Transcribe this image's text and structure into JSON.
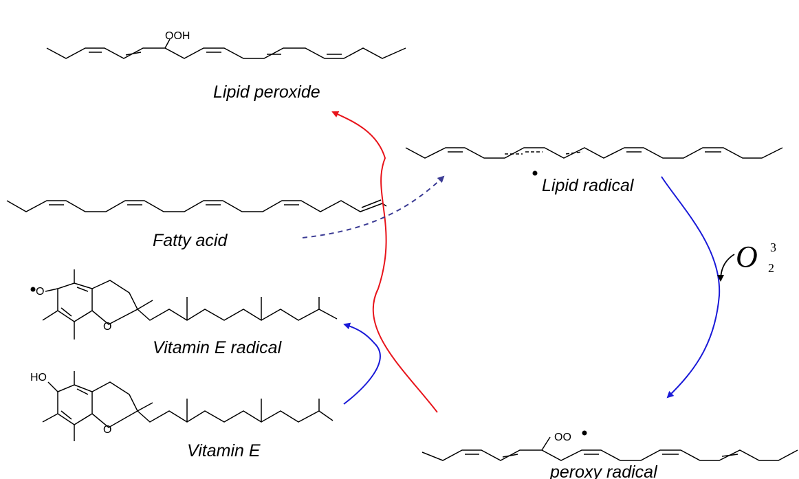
{
  "molecules": {
    "lipid_peroxide": {
      "label": "Lipid peroxide",
      "group": "OOH"
    },
    "lipid_radical": {
      "label": "Lipid radical"
    },
    "fatty_acid": {
      "label": "Fatty acid"
    },
    "vitamin_e_radical": {
      "label": "Vitamin E radical",
      "group": "O"
    },
    "vitamin_e": {
      "label": "Vitamin E",
      "group": "HO",
      "ring_atom": "O"
    },
    "peroxy_radical": {
      "label": "peroxy radical",
      "group": "OO"
    }
  },
  "oxygen": {
    "symbol": "O",
    "subscript": "2",
    "superscript": "3"
  },
  "colors": {
    "red_arrow": "#e8141b",
    "blue_arrow": "#1a1ad8",
    "dashed_arrow": "#3b3b94",
    "bond": "#000000"
  }
}
